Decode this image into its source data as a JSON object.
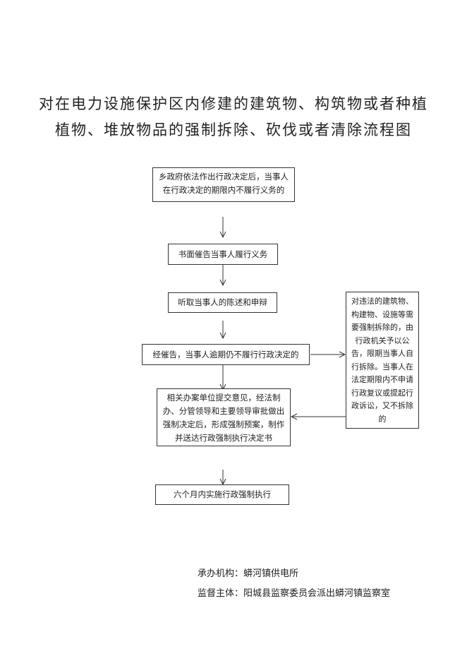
{
  "title": {
    "line1": "对在电力设施保护区内修建的建筑物、构筑物或者种植",
    "line2": "植物、堆放物品的强制拆除、砍伐或者清除流程图"
  },
  "steps": {
    "s1": "乡政府依法作出行政决定后，当事人在行政决定的期限内不履行义务的",
    "s2": "书面催告当事人履行义务",
    "s3": "听取当事人的陈述和申辩",
    "s4": "经催告，当事人逾期仍不履行行政决定的",
    "s5": "相关办案单位提交意见，经法制办、分管领导和主要领导审批做出强制决定后，形成强制预案，制作并送达行政强制执行决定书",
    "s6": "六个月内实施行政强制执行",
    "side": "对违法的建筑物、构建物、设施等需要强制拆除的，由行政机关予以公告，限期当事人自行拆除。当事人在法定期限内不申请行政复议或提起行政诉讼，又不拆除的"
  },
  "footer": {
    "org": "承办机构：蟒河镇供电所",
    "supervisor": "监督主体：阳城县监察委员会派出蟒河镇监察室"
  }
}
